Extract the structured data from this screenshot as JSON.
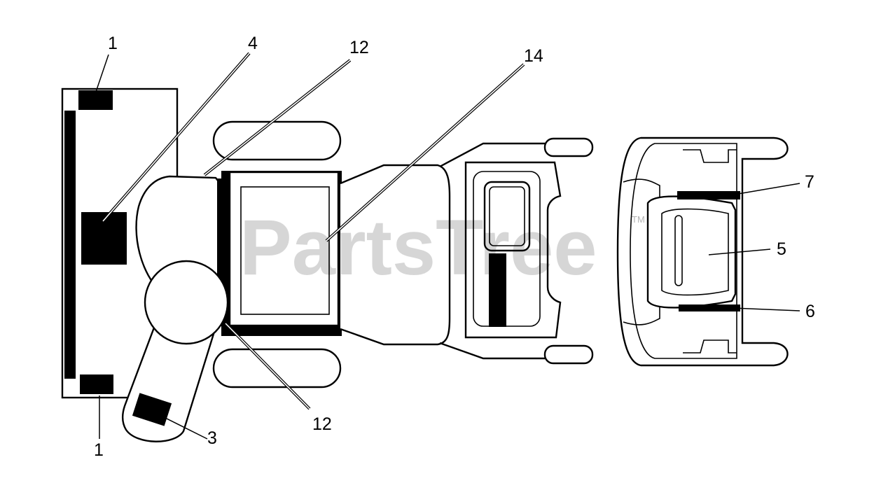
{
  "watermark": {
    "text": "PartsTree",
    "trademark": "TM"
  },
  "callouts": {
    "c1_top": "1",
    "c1_bottom": "1",
    "c3": "3",
    "c4": "4",
    "c5": "5",
    "c6": "6",
    "c7": "7",
    "c12_top": "12",
    "c12_bottom": "12",
    "c14": "14"
  }
}
